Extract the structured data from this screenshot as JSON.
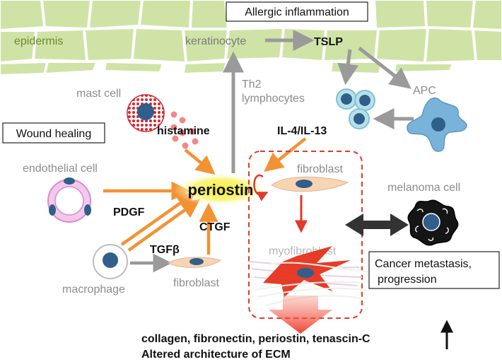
{
  "boxes": {
    "allergic": "Allergic inflammation",
    "wound": "Wound healing",
    "cancer_line1": "Cancer metastasis,",
    "cancer_line2": "progression"
  },
  "cells": {
    "epidermis": "epidermis",
    "keratinocyte": "keratinocyte",
    "mast_cell": "mast cell",
    "th2_line1": "Th2",
    "th2_line2": "lymphocytes",
    "apc": "APC",
    "endothelial": "endothelial cell",
    "macrophage": "macrophage",
    "fibroblast_bottom": "fibroblast",
    "fibroblast_top": "fibroblast",
    "myofibroblast": "myofibroblast",
    "melanoma": "melanoma cell"
  },
  "factors": {
    "tslp": "TSLP",
    "histamine": "histamine",
    "il4_il13": "IL-4/IL-13",
    "periostin": "periostin",
    "pdgf": "PDGF",
    "ctgf": "CTGF",
    "tgfb": "TGFβ"
  },
  "footer": {
    "line1": "collagen, fibronectin, periostin, tenascin-C",
    "line2": "Altered architecture of ECM"
  },
  "colors": {
    "skin": "#cfe3a6",
    "orange_arrow": "#f39233",
    "red_arrow": "#e03a2a",
    "gray_arrow": "#9a9a9a",
    "cell_nucleus": "#2f5f8a",
    "periostin_glow": "#f4ee33"
  }
}
